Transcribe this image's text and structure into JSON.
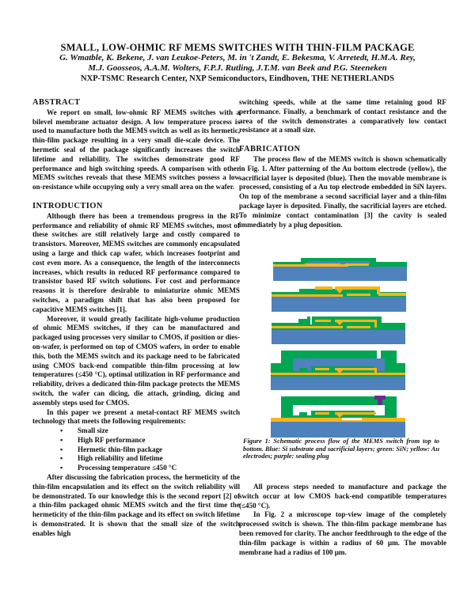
{
  "paper": {
    "title": "SMALL, LOW-OHMIC RF MEMS SWITCHES WITH THIN-FILM PACKAGE",
    "authors_line1": "G. Wmatble, K. Bekene, J. van Leukoe-Peters, M. in 't Zandt, E. Bekesma, V. Arretedt, H.M.A. Rey,",
    "authors_line2": "M.J. Goosseos, A.A.M. Wolters, F.P.J. Rutling, J.T.M. van Beek and P.G. Steeneken",
    "affiliation": "NXP-TSMC Research Center, NXP Semiconductors, Eindhoven, THE NETHERLANDS"
  },
  "left_column": {
    "abstract_heading": "ABSTRACT",
    "abstract_text": "We report on small, low-ohmic RF MEMS switches with a bilevel membrane actuator design. A low temperature process is used to manufacture both the MEMS switch as well as its hermetic, thin-film package resulting in a very small die-scale device. The hermetic seal of the package significantly increases the switch lifetime and reliability. The switches demonstrate good RF performance and high switching speeds. A comparison with other MEMS switches reveals that these MEMS switches possess a low on-resistance while occupying only a very small area on the wafer.",
    "intro_heading": "INTRODUCTION",
    "intro_p1": "Although there has been a tremendous progress in the RF performance and reliability of ohmic RF MEMS switches, most of these switches are still relatively large and costly compared to transistors. Moreover, MEMS switches are commonly encapsulated using a large and thick cap wafer, which increases footprint and cost even more. As a consequence, the length of the interconnects increases, which results in reduced RF performance compared to transistor based RF switch solutions. For cost and performance reasons it is therefore desirable to miniaturize ohmic MEMS switches, a paradigm shift that has also been proposed for capacitive MEMS switches [1].",
    "intro_p2": "Moreover, it would greatly facilitate high-volume production of ohmic MEMS switches, if they can be manufactured and packaged using processes very similar to CMOS, if position or dies-on-wafer, is performed on top of CMOS wafers, in order to enable this, both the MEMS switch and its package need to be fabricated using CMOS back-end compatible thin-film processing at low temperatures (≤450 °C), optimal utilization in RF performance and reliability, drives a dedicated thin-film package protects the MEMS switch, the wafer can dicing, die attach, grinding, dicing and assembly steps used for CMOS.",
    "intro_p3": "In this paper we present a metal-contact RF MEMS switch technology that meets the following requirements:",
    "requirements": [
      "Small size",
      "High RF performance",
      "Hermetic thin-film package",
      "High reliability and lifetime",
      "Processing temperature ≤450 °C"
    ],
    "intro_p4": "After discussing the fabrication process, the hermeticity of the thin-film encapsulation and its effect on the switch reliability will be demonstrated. To our knowledge this is the second report [2] of a thin-film packaged ohmic MEMS switch and the first time the hermeticity of the thin-film package and its effect on switch lifetime is demonstrated. It is shown that the small size of the switch enables high"
  },
  "right_column": {
    "continuation": "switching speeds, while at the same time retaining good RF performance. Finally, a benchmark of contact resistance and the area of the switch demonstrates a comparatively low contact resistance at a small size.",
    "fab_heading": "FABRICATION",
    "fab_text": "The process flow of the MEMS switch is shown schematically in Fig. 1. After patterning of the Au bottom electrode (yellow), the sacrificial layer is deposited (blue). Then the movable membrane is processed, consisting of a Au top electrode embedded in SiN layers. On top of the membrane a second sacrificial layer and a thin-film package layer is deposited. Finally, the sacrificial layers are etched. To minimize contact contamination [3] the cavity is sealed immediately by a plug deposition.",
    "figure_caption": "Figure 1: Schematic process flow of the MEMS switch from top to bottom. Blue: Si substrate and sacrificial layers; green: SiN; yellow: Au electrodes; purple: sealing plug",
    "p_process": "All process steps needed to manufacture and package the switch occur at low CMOS back-end compatible temperatures (≤450 °C).",
    "p_fig2": "In Fig. 2 a microscope top-view image of the completely processed switch is shown. The thin-film package membrane has been removed for clarity. The anchor feedthrough to the edge of the thin-film package is within a radius of 60 μm. The movable membrane had a radius of 100 μm."
  },
  "figure": {
    "colors": {
      "substrate": "#4f81bd",
      "nitride": "#00a651",
      "gold": "#fbb518",
      "cavity": "#ffffff",
      "plug": "#6a2c91"
    },
    "panels": 5
  }
}
